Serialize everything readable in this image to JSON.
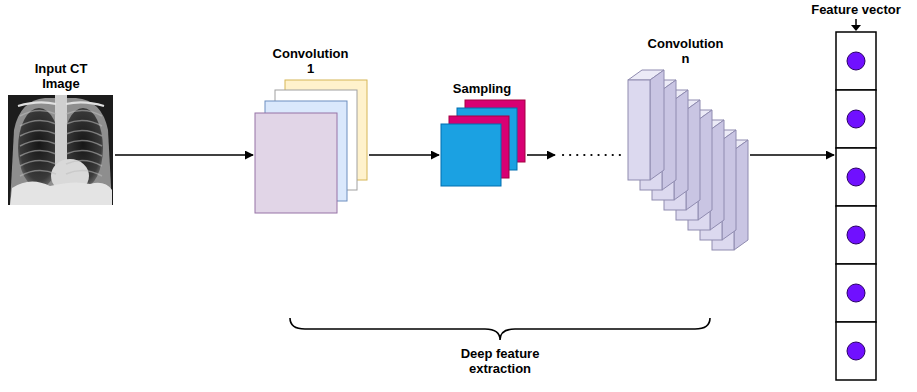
{
  "diagram": {
    "nodes": [
      {
        "text": [
          "Input CT Image"
        ]
      },
      {
        "text": [
          "Convolution 1"
        ]
      },
      {
        "text": [
          "Sampling"
        ]
      },
      {
        "text": [
          "Convolution n"
        ]
      },
      {
        "text": [
          "Feature vector"
        ]
      }
    ],
    "edges": [
      {
        "from": 0,
        "to": 1,
        "arrow": "to"
      },
      {
        "from": 1,
        "to": 2,
        "arrow": "to"
      },
      {
        "from": 2,
        "to": 3,
        "arrow": "to"
      },
      {
        "from": 3,
        "to": 4,
        "arrow": "to"
      }
    ],
    "labels": [
      "Deep feature extraction"
    ]
  }
}
